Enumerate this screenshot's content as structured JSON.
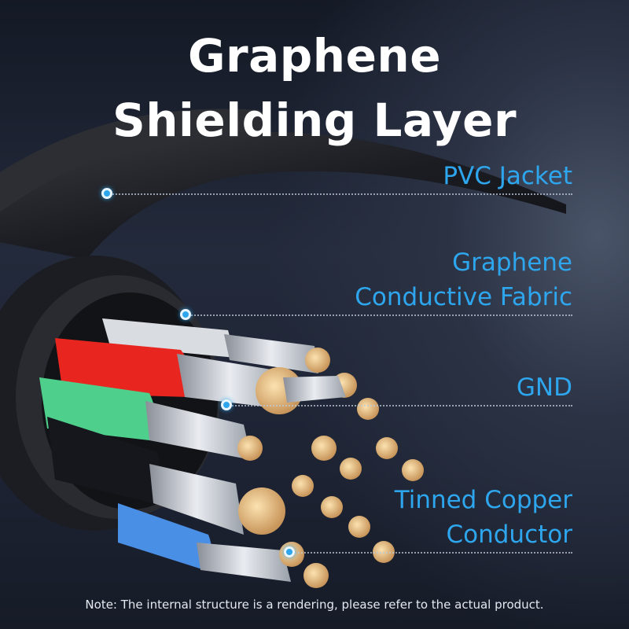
{
  "title": {
    "line1": "Graphene",
    "line2": "Shielding Layer"
  },
  "callouts": [
    {
      "line1": "PVC Jacket"
    },
    {
      "line1": "Graphene",
      "line2": "Conductive Fabric"
    },
    {
      "line1": "GND"
    },
    {
      "line1": "Tinned Copper",
      "line2": "Conductor"
    }
  ],
  "note": "Note: The internal structure is a rendering, please refer to the actual product.",
  "colors": {
    "accent": "#2ea6ee",
    "title": "#ffffff",
    "wire_white": "#e6e8ec",
    "wire_red": "#ee2a22",
    "wire_green": "#4ed08e",
    "wire_black": "#15171c",
    "wire_blue": "#4a8fe6",
    "copper": "#e4b878"
  }
}
